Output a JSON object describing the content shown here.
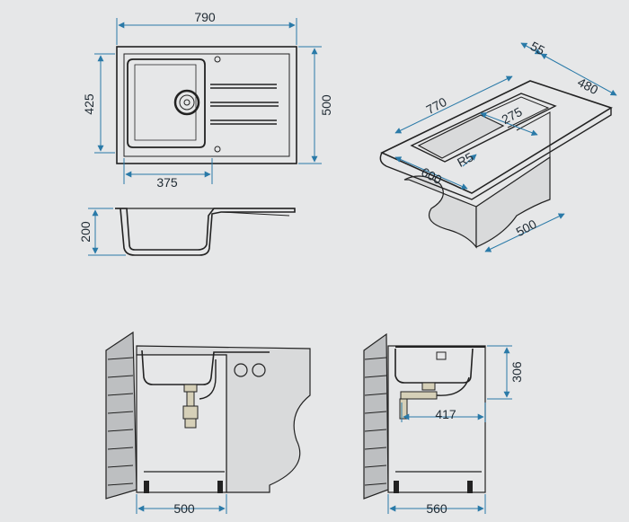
{
  "colors": {
    "background": "#e6e7e8",
    "outline": "#222222",
    "dimension": "#2a7aa8",
    "wall": "#bdbfc1",
    "cabinet": "#d9dadb",
    "pipe": "#d6d0b8"
  },
  "top_view": {
    "overall_width": "790",
    "overall_depth": "500",
    "bowl_depth": "425",
    "bowl_width": "375"
  },
  "side_view": {
    "bowl_height": "200"
  },
  "isometric_view": {
    "edge_width": "55",
    "depth": "480",
    "length": "770",
    "drainer_width": "275",
    "corner_radius": "R5",
    "bowl_length": "600",
    "cabinet_width": "500"
  },
  "installation_front": {
    "cabinet_width": "500"
  },
  "installation_side": {
    "height": "306",
    "projection": "417",
    "cabinet_depth": "560"
  },
  "icons": [
    "drain-strainer-icon",
    "siphon-trap-icon",
    "wall-brick-pattern"
  ]
}
